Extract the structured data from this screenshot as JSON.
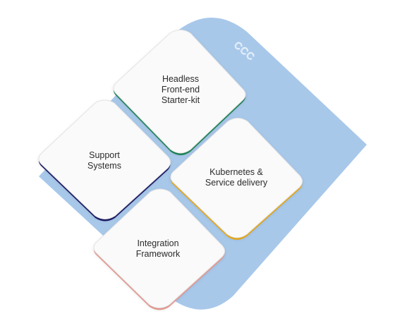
{
  "diagram": {
    "background_label": "CCC",
    "tiles": [
      {
        "id": "headless",
        "label": "Headless\nFront-end\nStarter-kit",
        "accent": "#1e8a5a"
      },
      {
        "id": "support",
        "label": "Support\nSystems",
        "accent": "#1d1b6b"
      },
      {
        "id": "kube",
        "label": "Kubernetes &\nService delivery",
        "accent": "#f2b21b"
      },
      {
        "id": "integ",
        "label": "Integration\nFramework",
        "accent": "#f2a39a"
      }
    ],
    "colors": {
      "backdrop": "#a8c8ea",
      "tile_fill": "#fafafa",
      "tile_border": "#e3e3e3"
    }
  }
}
